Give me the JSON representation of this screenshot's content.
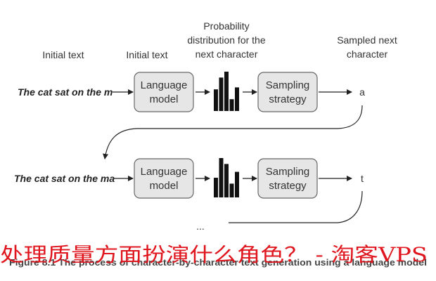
{
  "headers": {
    "initial_text_left": "Initial text",
    "initial_text_mid": "Initial text",
    "prob_line1": "Probability",
    "prob_line2": "distribution for the",
    "prob_line3": "next character",
    "sampled_line1": "Sampled next",
    "sampled_line2": "character"
  },
  "rows": [
    {
      "input": "The cat sat on the m",
      "model_line1": "Language",
      "model_line2": "model",
      "strategy_line1": "Sampling",
      "strategy_line2": "strategy",
      "output": "a",
      "dist": [
        0.55,
        0.85,
        1.0,
        0.3,
        0.6
      ]
    },
    {
      "input": "The cat sat on the ma",
      "model_line1": "Language",
      "model_line2": "model",
      "strategy_line1": "Sampling",
      "strategy_line2": "strategy",
      "output": "t",
      "dist": [
        0.5,
        1.0,
        0.85,
        0.35,
        0.65
      ]
    }
  ],
  "ellipsis": "...",
  "caption": "Figure 8.1  The process of character-by-character text generation using a language model",
  "overlay_text": "处理质量方面扮演什么角色？ - 淘客VPS",
  "colors": {
    "overlay": "#e0161e",
    "box_fill": "#e6e6e6"
  }
}
